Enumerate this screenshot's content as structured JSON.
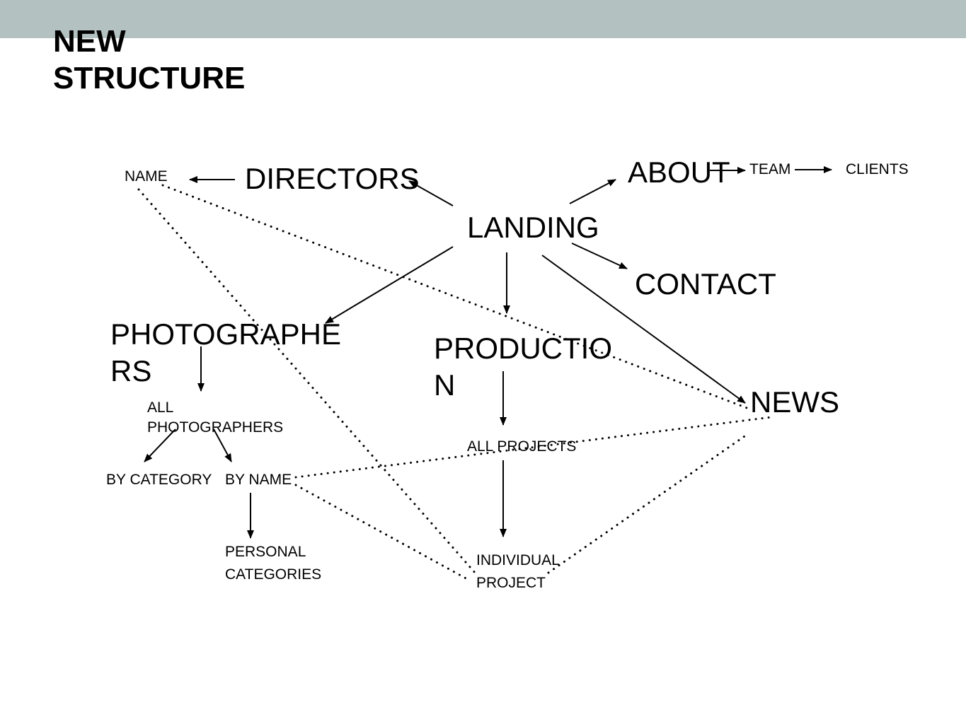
{
  "slide": {
    "title_line1": "NEW",
    "title_line2": "STRUCTURE",
    "header_color": "#b3c1c1"
  },
  "nodes": {
    "landing": "LANDING",
    "directors": "DIRECTORS",
    "name": "NAME",
    "about": "ABOUT",
    "team": "TEAM",
    "clients": "CLIENTS",
    "contact": "CONTACT",
    "photographers_line1": "PHOTOGRAPHE",
    "photographers_line2": "RS",
    "production_line1": "PRODUCTIO",
    "production_line2": "N",
    "news": "NEWS",
    "all_photographers_line1": "ALL",
    "all_photographers_line2": "PHOTOGRAPHERS",
    "by_category": "BY CATEGORY",
    "by_name": "BY NAME",
    "personal_categories_line1": "PERSONAL",
    "personal_categories_line2": "CATEGORIES",
    "all_projects": "ALL PROJECTS",
    "individual_project_line1": "INDIVIDUAL",
    "individual_project_line2": "PROJECT"
  }
}
